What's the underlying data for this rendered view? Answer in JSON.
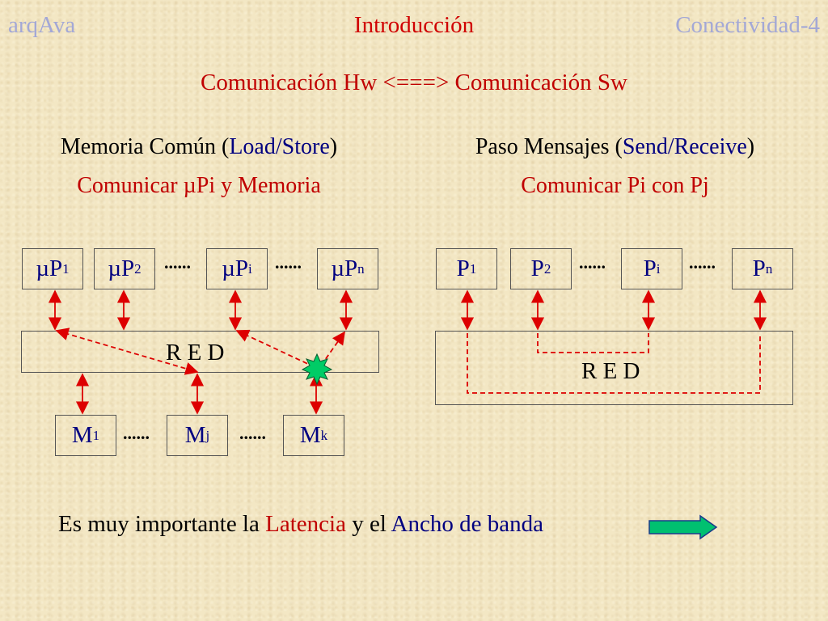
{
  "header": {
    "left": "arqAva",
    "center": "Introducción",
    "right": "Conectividad-4"
  },
  "subtitle": "Comunicación Hw <===> Comunicación Sw",
  "left_panel": {
    "title_pre": "Memoria Común (",
    "title_op": "Load/Store",
    "title_post": ")",
    "caption": "Comunicar µPi y Memoria",
    "processors": [
      {
        "base": "µP",
        "sub": "1"
      },
      {
        "base": "µP",
        "sub": "2"
      },
      {
        "base": "µP",
        "sub": "i"
      },
      {
        "base": "µP",
        "sub": "n"
      }
    ],
    "network": "R E D",
    "memories": [
      {
        "base": "M",
        "sub": "1"
      },
      {
        "base": "M",
        "sub": "j"
      },
      {
        "base": "M",
        "sub": "k"
      }
    ]
  },
  "right_panel": {
    "title_pre": "Paso Mensajes (",
    "title_op": "Send/Receive",
    "title_post": ")",
    "caption": "Comunicar Pi con Pj",
    "processors": [
      {
        "base": "P",
        "sub": "1"
      },
      {
        "base": "P",
        "sub": "2"
      },
      {
        "base": "P",
        "sub": "i"
      },
      {
        "base": "P",
        "sub": "n"
      }
    ],
    "network": "R E D"
  },
  "ellipsis": "......",
  "bottom": {
    "pre": "Es muy importante la ",
    "latency": "Latencia",
    "mid": " y el ",
    "bandwidth": "Ancho de banda"
  },
  "colors": {
    "accent_red": "#c00000",
    "navy": "#000080",
    "header_gray_blue": "#a3a8d6",
    "arrow_green": "#00c070",
    "burst": "#00cc66"
  }
}
